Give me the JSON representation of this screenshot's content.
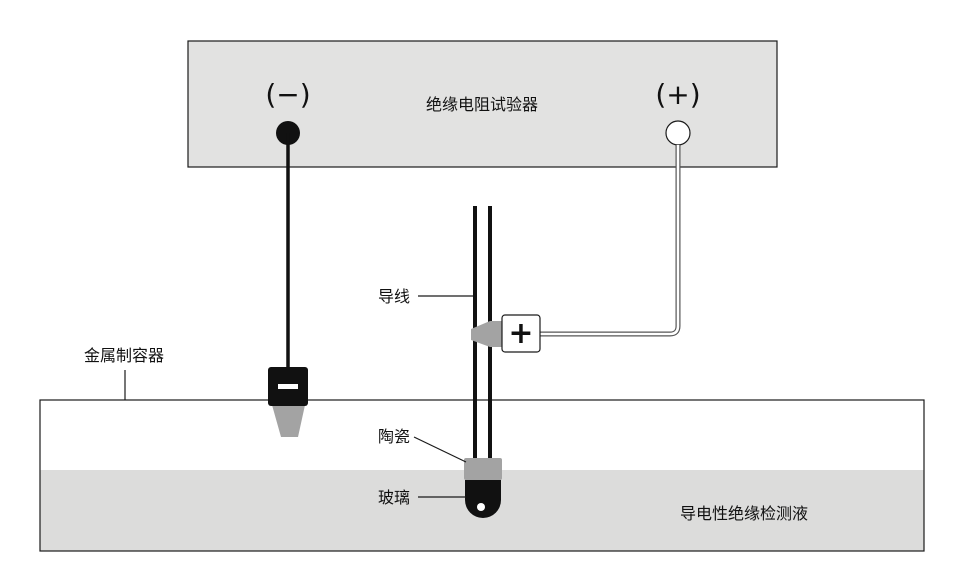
{
  "tester": {
    "title": "绝缘电阻试验器",
    "minus_terminal_label": "(−)",
    "plus_terminal_label": "(+)"
  },
  "labels": {
    "wire": "导线",
    "metal_container": "金属制容器",
    "ceramic": "陶瓷",
    "glass": "玻璃",
    "liquid": "导电性绝缘检测液"
  },
  "clips": {
    "minus_symbol": "−",
    "plus_symbol": "+"
  },
  "colors": {
    "panel_fill": "#e2e2e1",
    "liquid_fill": "#dcdcdb",
    "clip_grey": "#a3a3a3",
    "line": "#1a1a1a"
  }
}
